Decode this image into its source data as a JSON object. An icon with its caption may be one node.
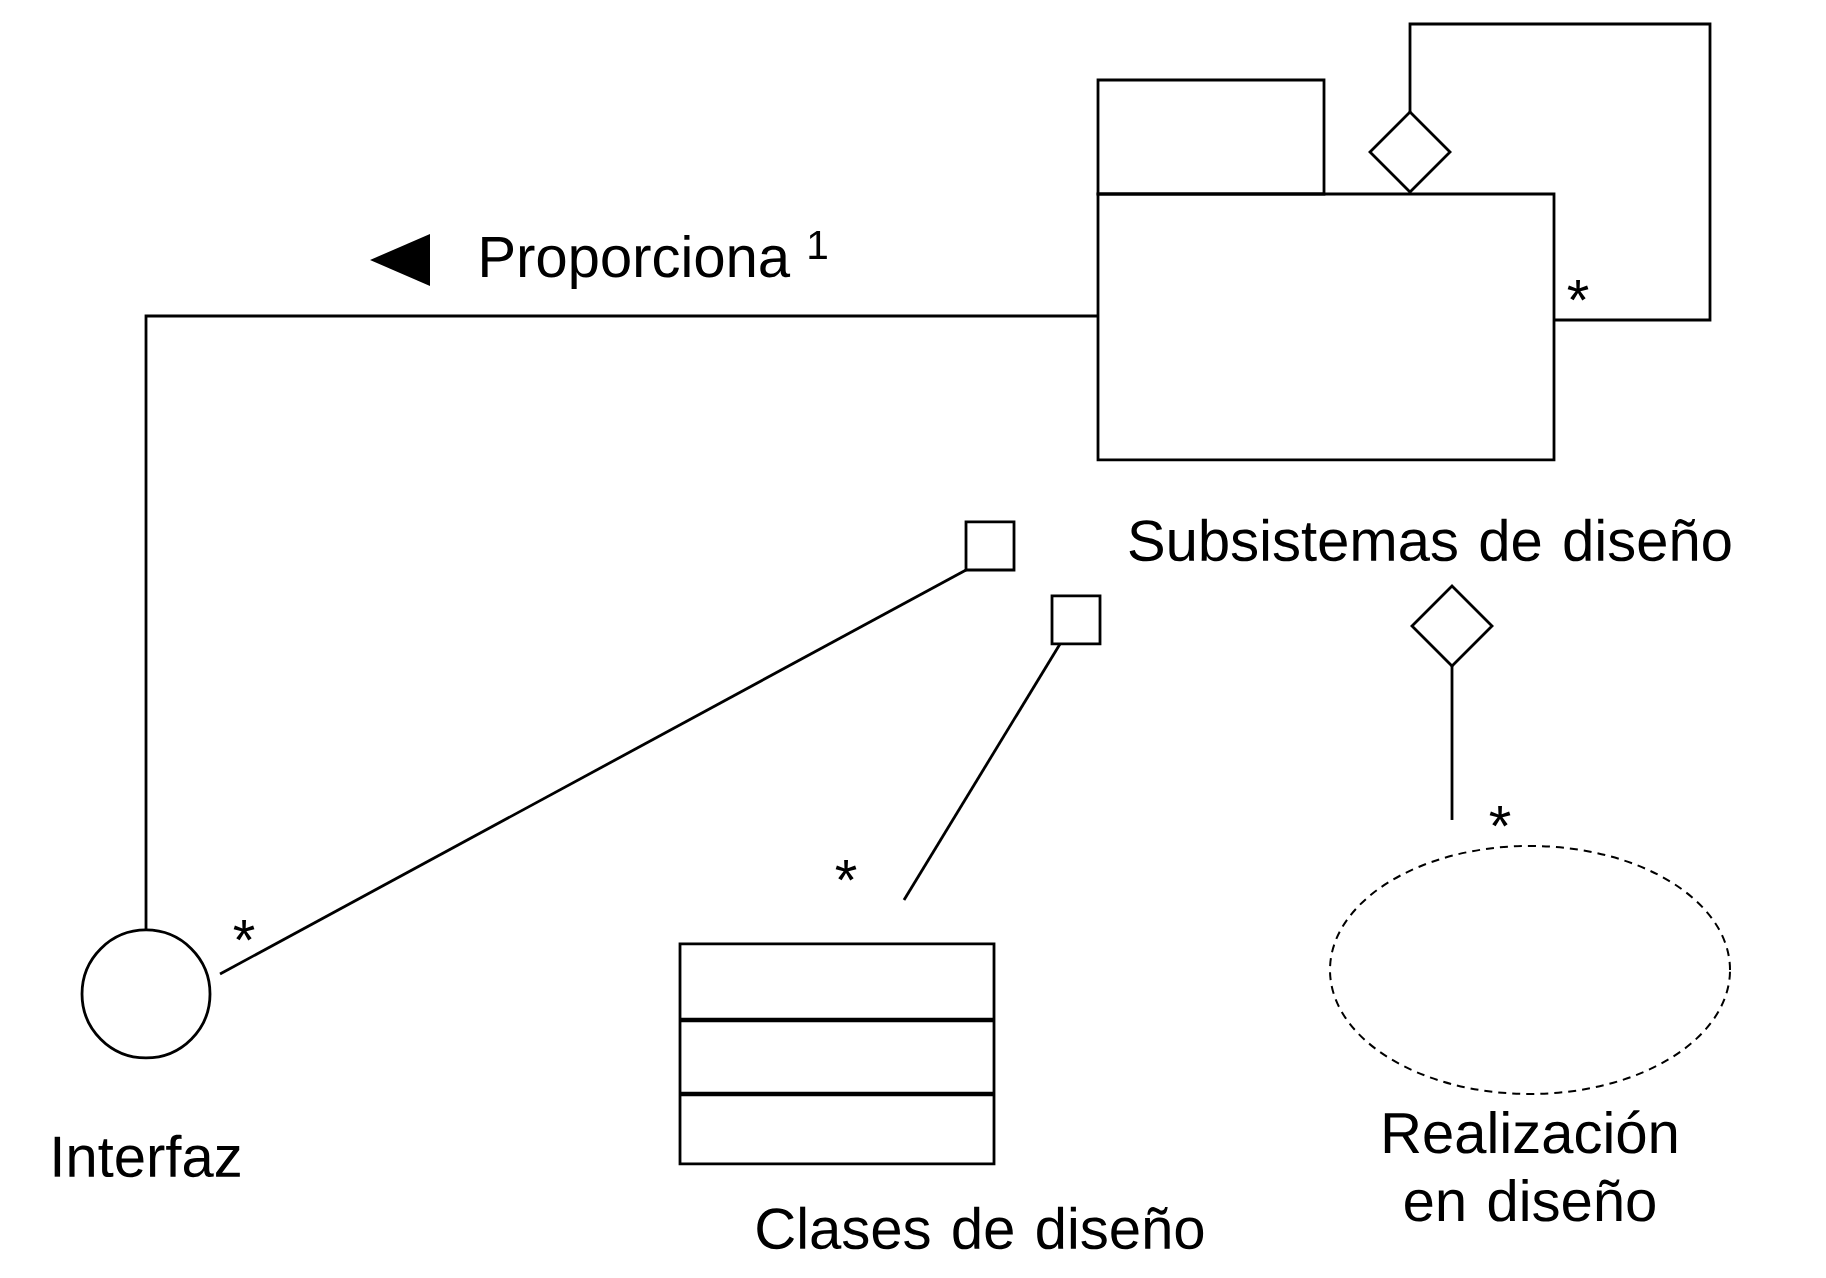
{
  "diagram": {
    "nodes": [
      {
        "text": [
          "Subsistemas de diseño"
        ]
      },
      {
        "text": [
          "Interfaz"
        ]
      },
      {
        "text": [
          "Clases de diseño"
        ]
      },
      {
        "text": [
          "Realización en diseño"
        ]
      }
    ],
    "edges": [
      {
        "from": 0,
        "to": 0,
        "arrow": "other",
        "label": "*"
      },
      {
        "from": 0,
        "to": 1,
        "arrow": "none",
        "label": "Proporciona $^{1}$"
      },
      {
        "from": 0,
        "to": 1,
        "arrow": "other",
        "label": "*"
      },
      {
        "from": 0,
        "to": 2,
        "arrow": "other",
        "label": "*"
      },
      {
        "from": 0,
        "to": 3,
        "arrow": "other",
        "label": "*"
      }
    ]
  }
}
